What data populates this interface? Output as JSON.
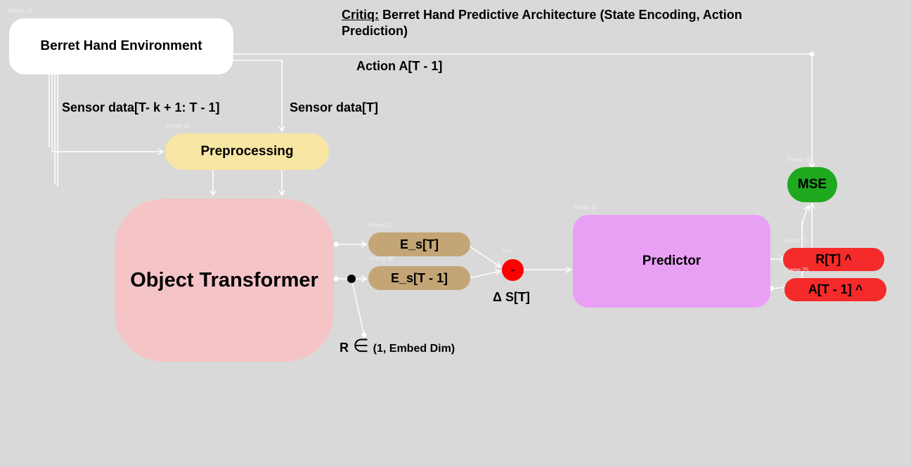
{
  "title": {
    "underlined": "Critiq:",
    "text": " Berret Hand Predictive Architecture (State Encoding, Action Prediction)"
  },
  "frame_tags": {
    "env": "Frame 10",
    "pre": "Frame 13",
    "es_t": "Frame 21",
    "es_t1": "Frame 20",
    "minus": "Fra...",
    "predictor": "Frame 22",
    "mse": "Frame 26",
    "rt": "Frame 24",
    "at1": "Frame 25"
  },
  "nodes": {
    "environment": "Berret Hand Environment",
    "preprocessing": "Preprocessing",
    "object_transformer": "Object Transformer",
    "es_t": "E_s[T]",
    "es_t1": "E_s[T - 1]",
    "minus": "-",
    "predictor": "Predictor",
    "mse": "MSE",
    "r_hat": "R[T] ^",
    "a_hat": "A[T - 1] ^"
  },
  "labels": {
    "action": "Action A[T - 1]",
    "sensor_hist": "Sensor data[T- k + 1: T - 1]",
    "sensor_t": "Sensor data[T]",
    "delta": "Δ S[T]",
    "r_prefix": "R",
    "r_symbol": "∈",
    "r_suffix": "(1, Embed Dim)"
  },
  "colors": {
    "background": "#d9d9d9",
    "environment": "#ffffff",
    "preprocessing": "#f7e6a4",
    "object_transformer": "#f5c4c6",
    "embedding": "#c4a576",
    "minus": "#ff0000",
    "predictor": "#e8a0f5",
    "mse": "#1ea91e",
    "outputs": "#f52a2a",
    "wire": "#ffffff"
  }
}
